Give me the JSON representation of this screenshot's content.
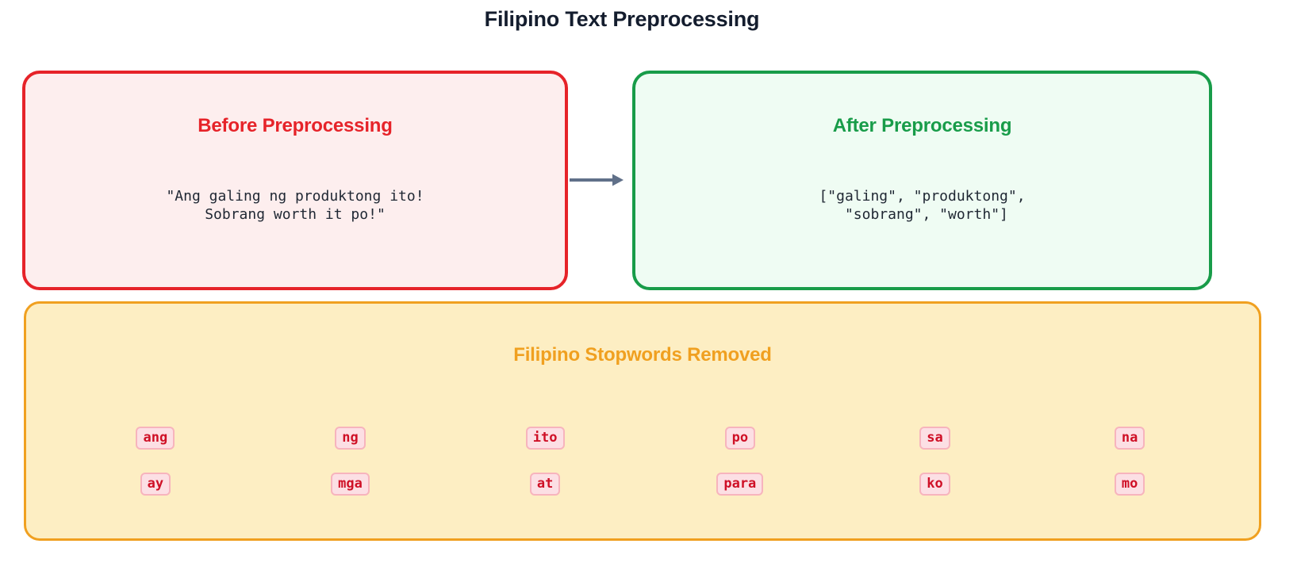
{
  "page": {
    "title": "Filipino Text Preprocessing",
    "title_color": "#141d2e",
    "background": "#ffffff"
  },
  "flow": {
    "arrow_icon": "arrow-right-icon",
    "arrow_color": "#607089"
  },
  "panels": {
    "before": {
      "heading": "Before Preprocessing",
      "text": "\"Ang galing ng produktong ito!\nSobrang worth it po!\"",
      "accent_color": "#e62329",
      "background": "#fdeeee"
    },
    "after": {
      "heading": "After Preprocessing",
      "text": "[\"galing\", \"produktong\",\n \"sobrang\", \"worth\"]",
      "accent_color": "#189c49",
      "background": "#effcf3"
    },
    "stopwords": {
      "heading": "Filipino Stopwords Removed",
      "accent_color": "#f0a020",
      "background": "#fdeec3",
      "chip_text_color": "#cf1026",
      "chip_background": "#fcdfe4",
      "chip_border_color": "#f7b4bd",
      "items": [
        "ang",
        "ng",
        "ito",
        "po",
        "sa",
        "na",
        "ay",
        "mga",
        "at",
        "para",
        "ko",
        "mo"
      ]
    }
  }
}
